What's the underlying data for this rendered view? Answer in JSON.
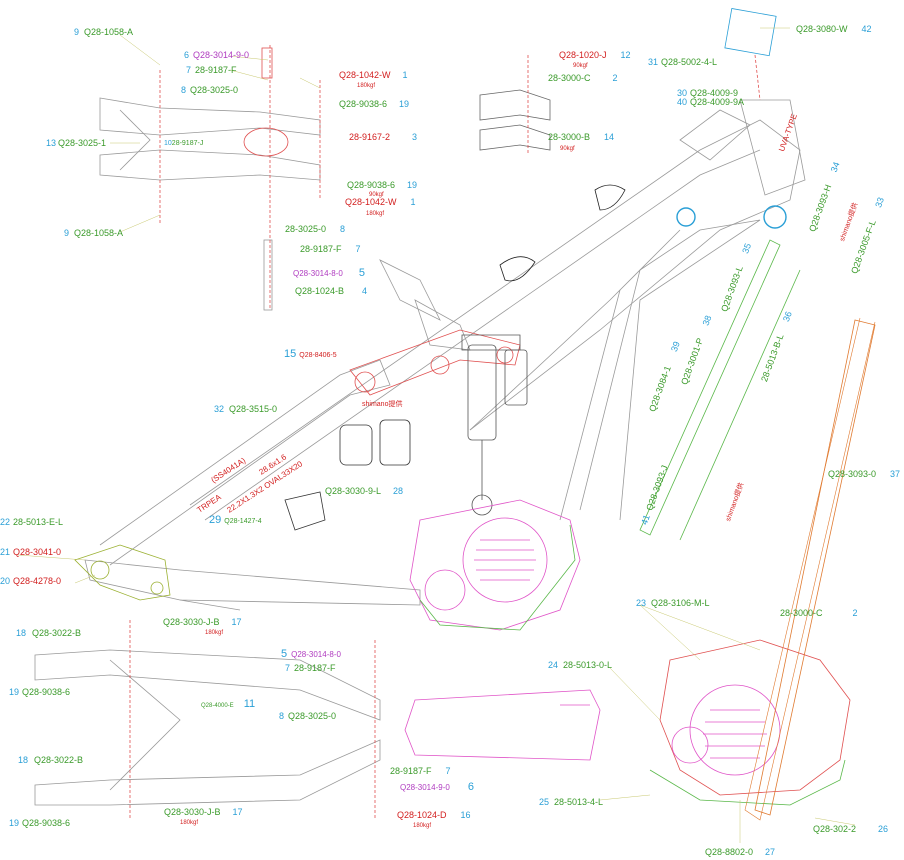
{
  "parts": {
    "p1": {
      "code": "Q28-1058-A",
      "num": "9"
    },
    "p2": {
      "code": "Q28-3014-9-0",
      "num": "6"
    },
    "p3": {
      "code": "28-9187-F",
      "num": "7"
    },
    "p4": {
      "code": "Q28-1042-W",
      "num": "1",
      "load": "180kgf"
    },
    "p5": {
      "code": "Q28-3025-0",
      "num": "8"
    },
    "p6": {
      "code": "Q28-9038-6",
      "num": "19"
    },
    "p7": {
      "code": "Q28-3025-1",
      "num": "13"
    },
    "p8": {
      "code": "28-9187-J",
      "num": "10"
    },
    "p9": {
      "code": "28-9167-2",
      "num": "3"
    },
    "p10": {
      "code": "Q28-9038-6",
      "num": "19",
      "load": "90kgf"
    },
    "p11": {
      "code": "Q28-1042-W",
      "num": "1",
      "load": "180kgf"
    },
    "p12": {
      "code": "Q28-1058-A",
      "num": "9"
    },
    "p13": {
      "code": "28-3025-0",
      "num": "8"
    },
    "p14": {
      "code": "28-9187-F",
      "num": "7"
    },
    "p15": {
      "code": "Q28-3014-8-0",
      "num": "5"
    },
    "p16": {
      "code": "Q28-1024-B",
      "num": "4"
    },
    "p17": {
      "code": "Q28-1020-J",
      "num": "12",
      "load": "90kgf"
    },
    "p18": {
      "code": "28-3000-C",
      "num": "2"
    },
    "p19": {
      "code": "28-3000-B",
      "num": "14",
      "load": "90kgf"
    },
    "p20": {
      "code": "Q28-3080-W",
      "num": "42"
    },
    "p21": {
      "code": "Q28-5002-4-L",
      "num": "31"
    },
    "p22": {
      "code": "Q28-4009-9",
      "num": "30"
    },
    "p23": {
      "code": "Q28-4009-9A",
      "num": "40"
    },
    "p24": {
      "code": "Q28-8406-5",
      "num": "15"
    },
    "p25": {
      "code": "Q28-3515-0",
      "num": "32"
    },
    "p26": {
      "code": "Q28-3030-9-L",
      "num": "28"
    },
    "p27": {
      "code": "Q28-1427-4",
      "num": "29"
    },
    "p28": {
      "code": "28-5013-E-L",
      "num": "22"
    },
    "p29": {
      "code": "Q28-3041-0",
      "num": "21"
    },
    "p30": {
      "code": "Q28-4278-0",
      "num": "20"
    },
    "p31": {
      "code": "Q28-3022-B",
      "num": "18"
    },
    "p32": {
      "code": "Q28-3030-J-B",
      "num": "17",
      "load": "180kgf"
    },
    "p33": {
      "code": "Q28-9038-6",
      "num": "19"
    },
    "p34": {
      "code": "Q28-3014-8-0",
      "num": "5"
    },
    "p35": {
      "code": "28-9187-F",
      "num": "7"
    },
    "p36": {
      "code": "Q28-4000-E",
      "num": "11"
    },
    "p37": {
      "code": "Q28-3025-0",
      "num": "8"
    },
    "p38": {
      "code": "Q28-3022-B",
      "num": "18"
    },
    "p39": {
      "code": "28-9187-F",
      "num": "7"
    },
    "p40": {
      "code": "Q28-3014-9-0",
      "num": "6"
    },
    "p41": {
      "code": "Q28-9038-6",
      "num": "19"
    },
    "p42": {
      "code": "Q28-3030-J-B",
      "num": "17",
      "load": "180kgf"
    },
    "p43": {
      "code": "Q28-1024-D",
      "num": "16",
      "load": "180kgf"
    },
    "p44": {
      "code": "Q28-3106-M-L",
      "num": "23"
    },
    "p45": {
      "code": "28-3000-C",
      "num": "2"
    },
    "p46": {
      "code": "28-5013-0-L",
      "num": "24"
    },
    "p47": {
      "code": "28-5013-4-L",
      "num": "25"
    },
    "p48": {
      "code": "Q28-302-2",
      "num": "26"
    },
    "p49": {
      "code": "Q28-8802-0",
      "num": "27"
    },
    "p50": {
      "code": "Q28-3093-0",
      "num": "37"
    }
  },
  "rotated": {
    "r1": {
      "code": "Q28-3093-H",
      "num": "34"
    },
    "r2": {
      "code": "Q28-3005-F-L",
      "num": "33"
    },
    "r3": {
      "code": "Q28-3093-L",
      "num": "35"
    },
    "r4": {
      "code": "Q28-3001-P",
      "num": "38"
    },
    "r5": {
      "code": "Q28-3084-1",
      "num": "39"
    },
    "r6": {
      "code": "28-5013-B-L",
      "num": "36"
    },
    "r7": {
      "code": "Q28-3093-J",
      "num": "41"
    }
  },
  "notes": {
    "shimano1": "shimano提供",
    "shimano2": "shimano提供",
    "shimano3": "shimano提供",
    "uva": "UVA-TYPE",
    "tube_text": "TRPEA",
    "tube_text2": "(SS4041A)",
    "tube_text3": "22.2X1.3X2 OVAL33X20",
    "tube_text4": "28.6x1.6"
  }
}
